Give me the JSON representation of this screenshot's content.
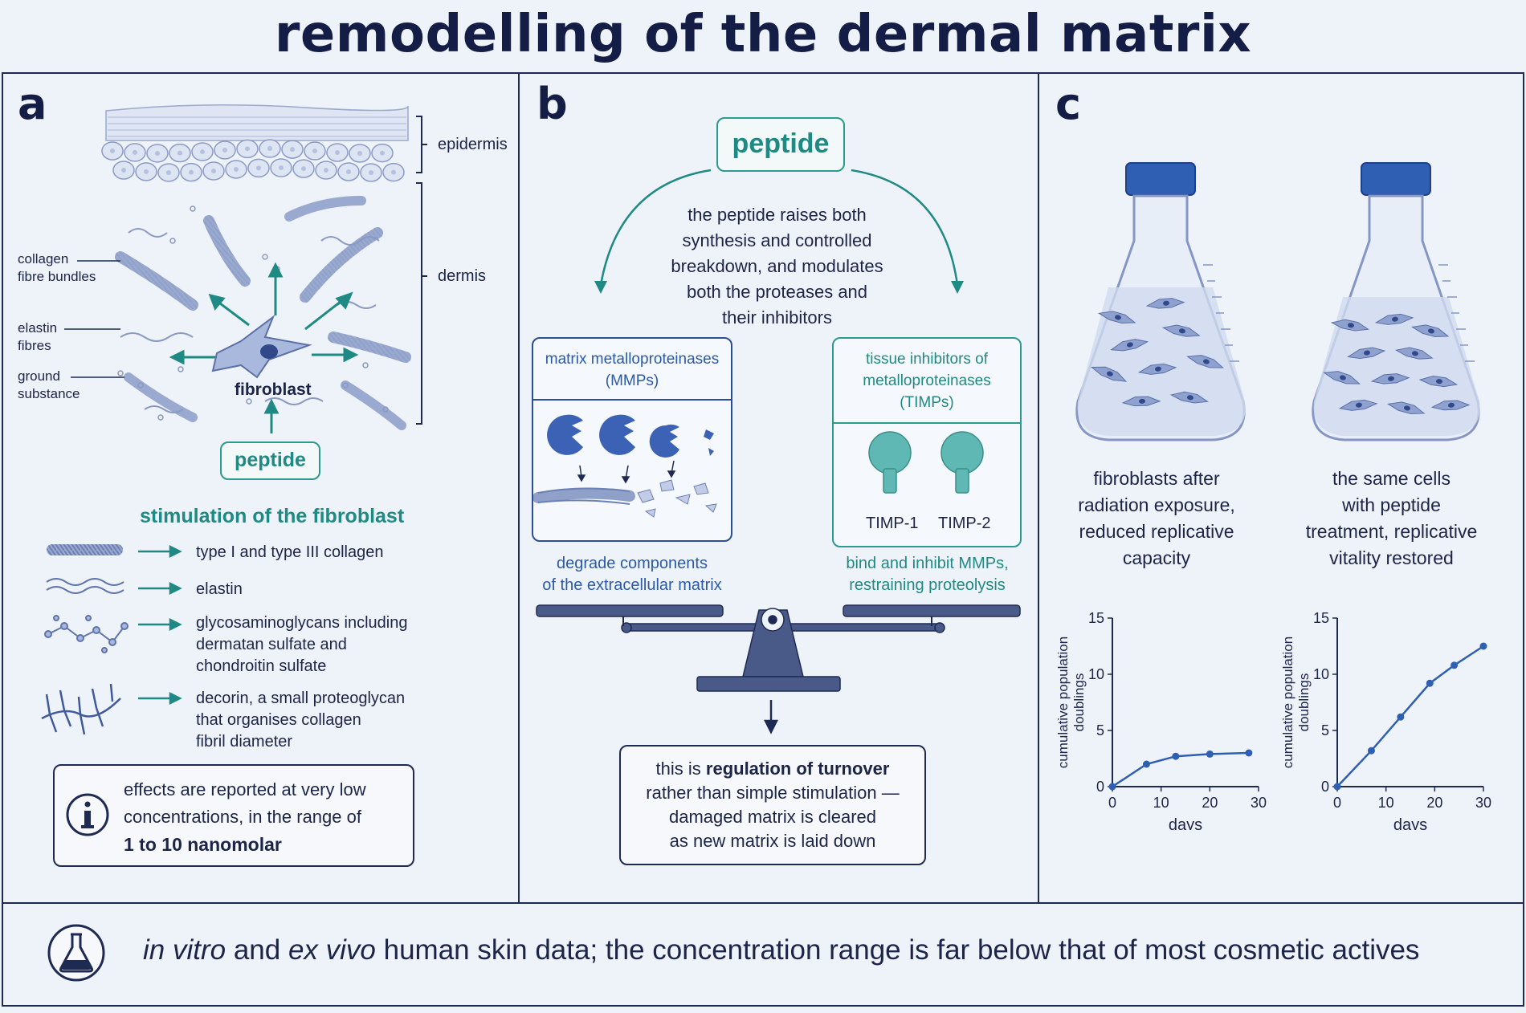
{
  "title": "remodelling of the dermal matrix",
  "panel_a": {
    "letter": "a",
    "layer_labels": {
      "epidermis": "epidermis",
      "dermis": "dermis"
    },
    "structure_labels": {
      "collagen_1": "collagen",
      "collagen_2": "fibre bundles",
      "elastin_1": "elastin",
      "elastin_2": "fibres",
      "ground_1": "ground",
      "ground_2": "substance"
    },
    "fibroblast_label": "fibroblast",
    "peptide_label": "peptide",
    "stimulation_heading": "stimulation of the fibroblast",
    "products": [
      {
        "icon": "collagen-fibre-icon",
        "lines": [
          "type I and type III collagen"
        ]
      },
      {
        "icon": "elastin-fibre-icon",
        "lines": [
          "elastin"
        ]
      },
      {
        "icon": "glycosaminoglycan-icon",
        "lines": [
          "glycosaminoglycans including",
          "dermatan sulfate and",
          "chondroitin sulfate"
        ]
      },
      {
        "icon": "decorin-icon",
        "lines": [
          "decorin, a small proteoglycan",
          "that organises collagen",
          "fibril diameter"
        ]
      }
    ],
    "info_note": {
      "icon": "info-icon",
      "line1": "effects are reported at very low",
      "line2": "concentrations, in the range of",
      "line3": "1 to 10 nanomolar"
    }
  },
  "panel_b": {
    "letter": "b",
    "peptide_label": "peptide",
    "description": [
      "the peptide raises both",
      "synthesis and controlled",
      "breakdown, and modulates",
      "both the proteases and",
      "their inhibitors"
    ],
    "mmp_box": {
      "heading_1": "matrix metalloproteinases",
      "heading_2": "(MMPs)",
      "caption_1": "degrade components",
      "caption_2": "of the extracellular matrix"
    },
    "timp_box": {
      "heading_1": "tissue inhibitors of",
      "heading_2": "metalloproteinases",
      "heading_3": "(TIMPs)",
      "timp1": "TIMP-1",
      "timp2": "TIMP-2",
      "caption_1": "bind and inhibit MMPs,",
      "caption_2": "restraining proteolysis"
    },
    "conclusion": {
      "line1_pre": "this is ",
      "line1_bold": "regulation of turnover",
      "line2": "rather than simple stimulation —",
      "line3": "damaged matrix is cleared",
      "line4": "as new matrix is laid down"
    }
  },
  "panel_c": {
    "letter": "c",
    "flask_left_caption": [
      "fibroblasts after",
      "radiation exposure,",
      "reduced replicative",
      "capacity"
    ],
    "flask_right_caption": [
      "the same cells",
      "with peptide",
      "treatment, replicative",
      "vitality restored"
    ]
  },
  "chart_data": [
    {
      "type": "line",
      "xlabel": "days",
      "ylabel": "cumulative population doublings",
      "x": [
        0,
        7,
        13,
        20,
        28
      ],
      "y": [
        0,
        2.0,
        2.7,
        2.9,
        3.0
      ],
      "xlim": [
        0,
        30
      ],
      "ylim": [
        0,
        15
      ],
      "xticks": [
        0,
        10,
        20,
        30
      ],
      "yticks": [
        0,
        5,
        10,
        15
      ],
      "color": "#2f5fb3"
    },
    {
      "type": "line",
      "xlabel": "days",
      "ylabel": "cumulative population doublings",
      "x": [
        0,
        7,
        13,
        19,
        24,
        30
      ],
      "y": [
        0,
        3.2,
        6.2,
        9.2,
        10.8,
        12.5
      ],
      "xlim": [
        0,
        30
      ],
      "ylim": [
        0,
        15
      ],
      "xticks": [
        0,
        10,
        20,
        30
      ],
      "yticks": [
        0,
        5,
        10,
        15
      ],
      "color": "#2f5fb3"
    }
  ],
  "footer": {
    "icon": "flask-icon",
    "italic_1": "in vitro",
    "and": " and ",
    "italic_2": "ex vivo",
    "rest": " human skin data; the concentration range is far below that of most cosmetic actives"
  },
  "colors": {
    "teal": "#1f8a84",
    "navy": "#1f2a52",
    "blue": "#2a5aa8"
  }
}
